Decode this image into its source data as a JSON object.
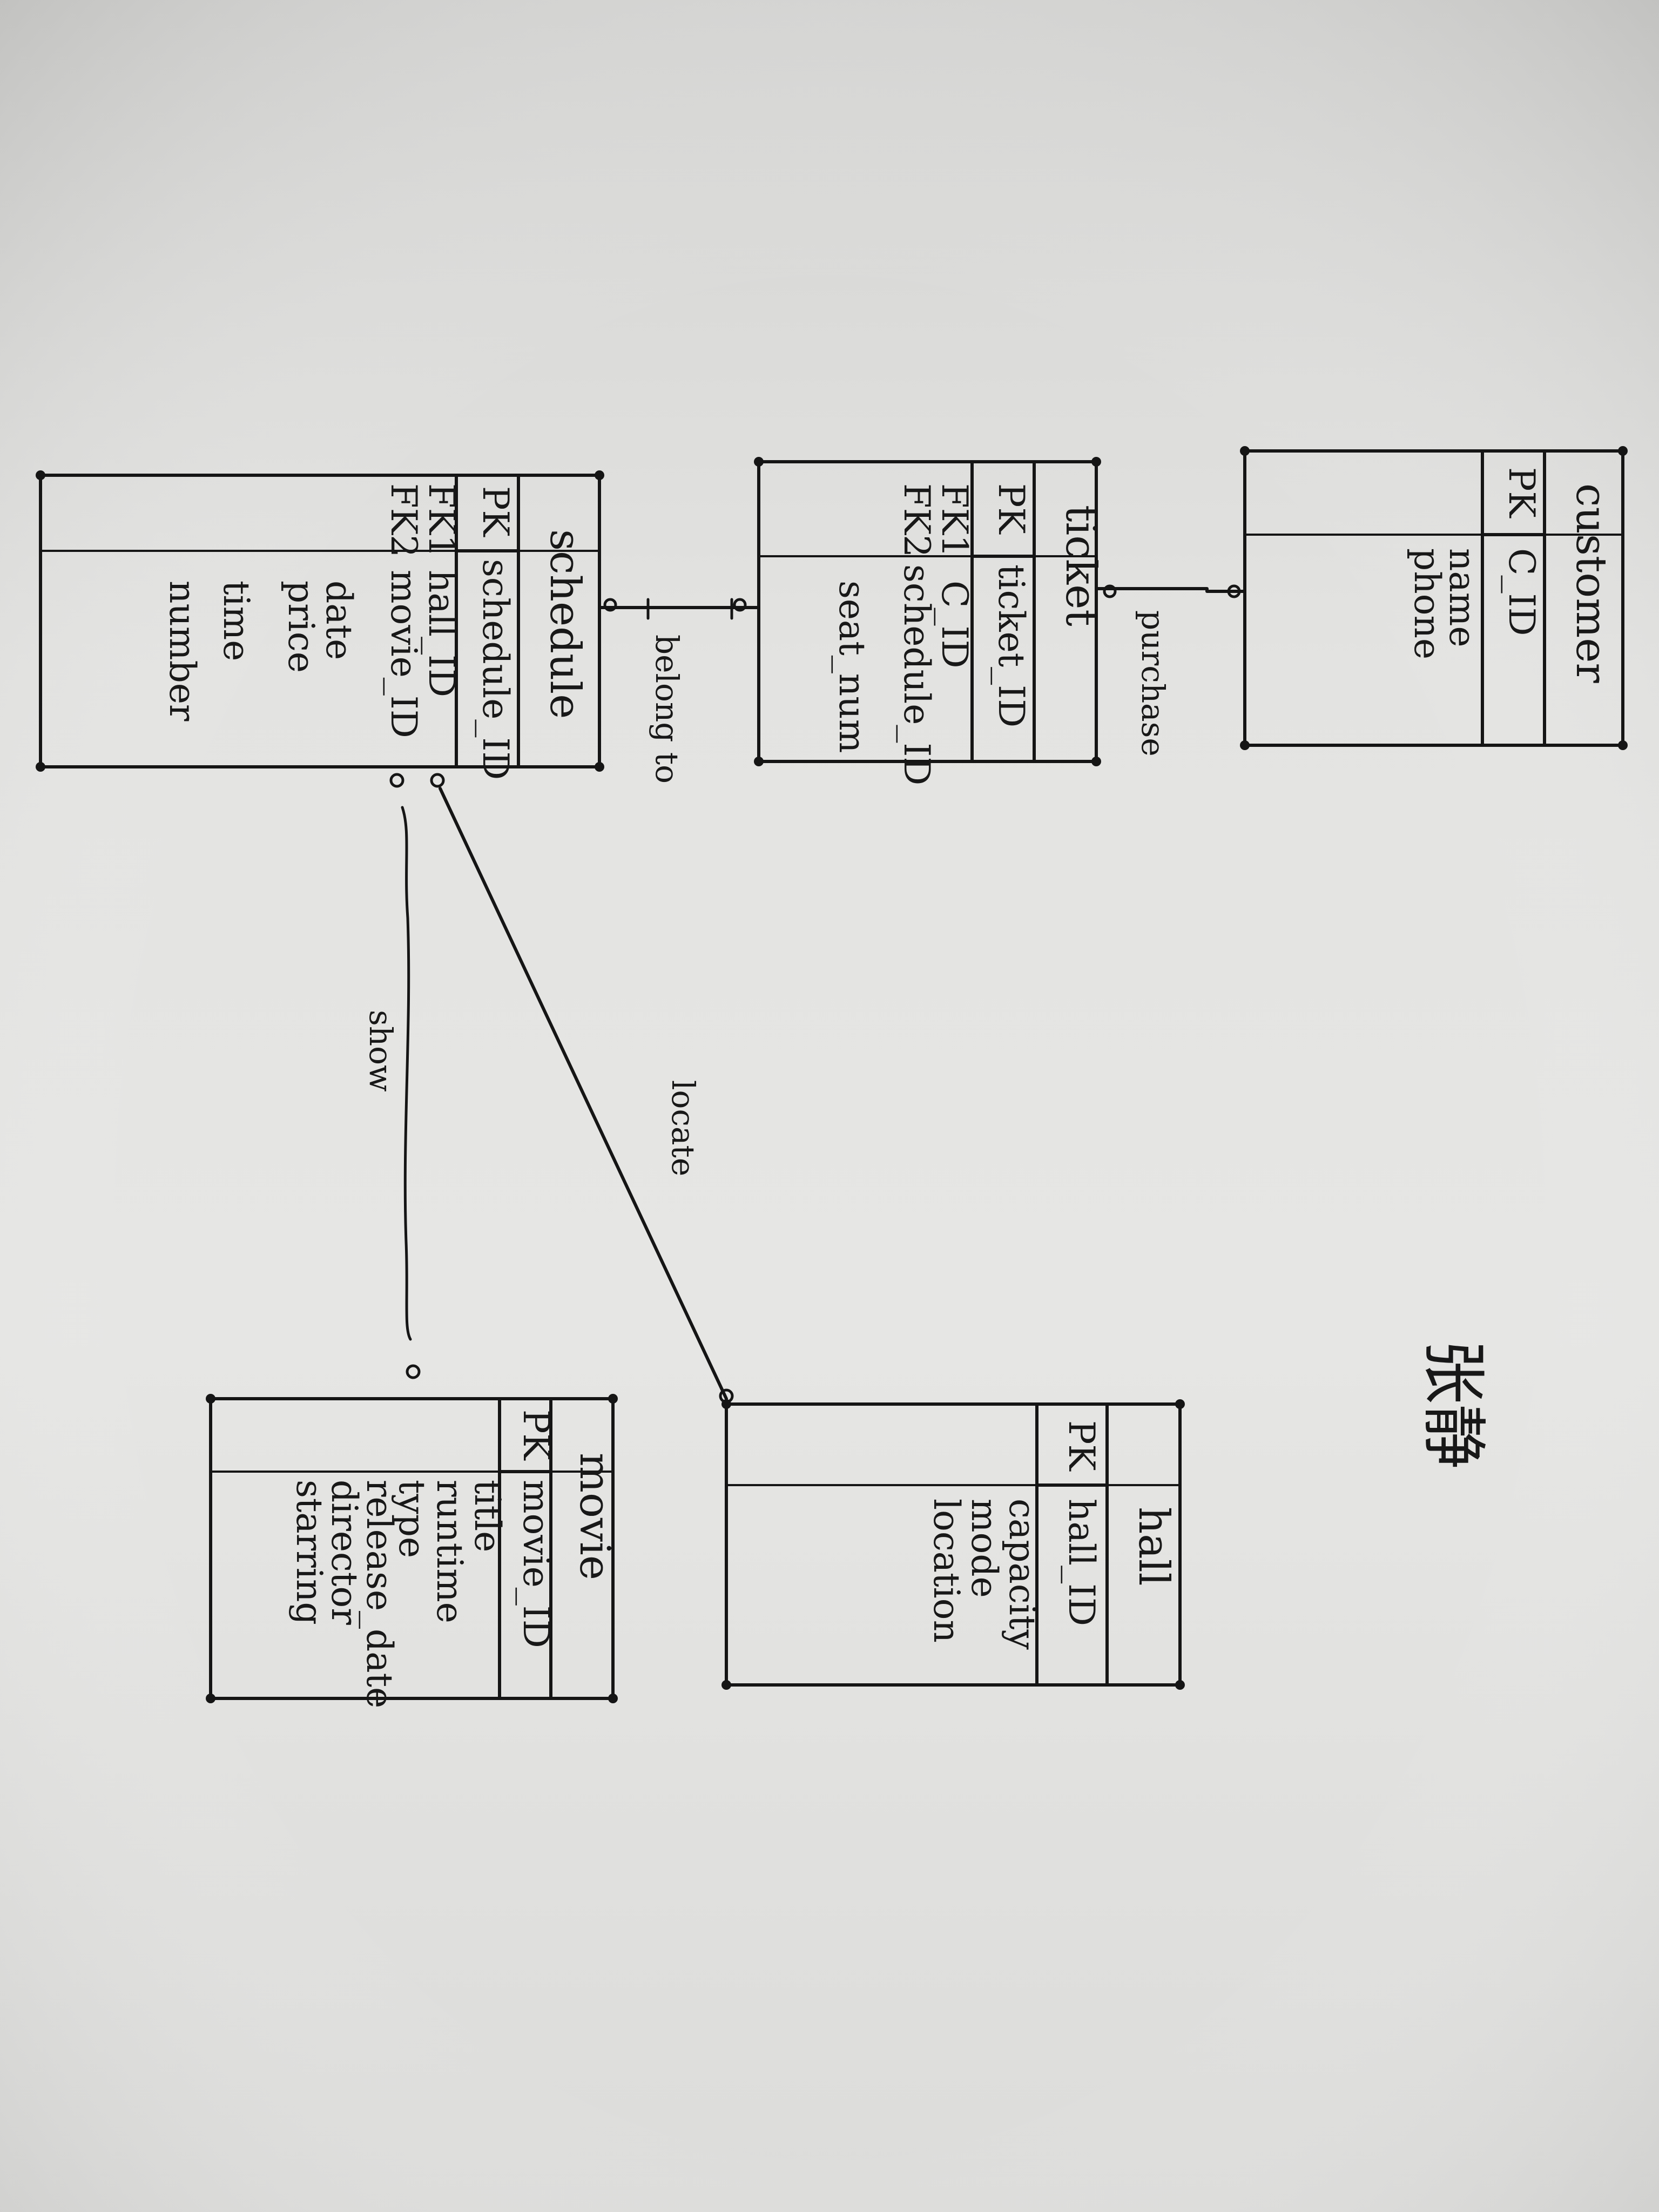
{
  "diagram": {
    "entities": {
      "customer": {
        "title": "customer",
        "pk_tag": "PK",
        "pk_field": "C_ID",
        "fields": [
          "name",
          "phone"
        ]
      },
      "ticket": {
        "title": "ticket",
        "pk_tag": "PK",
        "pk_field": "ticket_ID",
        "fk1_tag": "FK1",
        "fk1_field": "C_ID",
        "fk2_tag": "FK2",
        "fk2_field": "schedule_ID",
        "fields": [
          "seat_num"
        ]
      },
      "schedule": {
        "title": "schedule",
        "pk_tag": "PK",
        "pk_field": "schedule_ID",
        "fk1_tag": "FK1",
        "fk1_field": "hall_ID",
        "fk2_tag": "FK2",
        "fk2_field": "movie_ID",
        "fields": [
          "date",
          "price",
          "time",
          "number"
        ]
      },
      "hall": {
        "title": "hall",
        "pk_tag": "PK",
        "pk_field": "hall_ID",
        "fields": [
          "capacity",
          "mode",
          "location"
        ]
      },
      "movie": {
        "title": "movie",
        "pk_tag": "PK",
        "pk_field": "movie_ID",
        "fields": [
          "title",
          "runtime",
          "type",
          "release_date",
          "director",
          "starring"
        ]
      }
    },
    "relationships": {
      "purchase": "purchase",
      "belong_to": "belong to",
      "locate": "locate",
      "show": "show"
    },
    "signature": "张静"
  }
}
